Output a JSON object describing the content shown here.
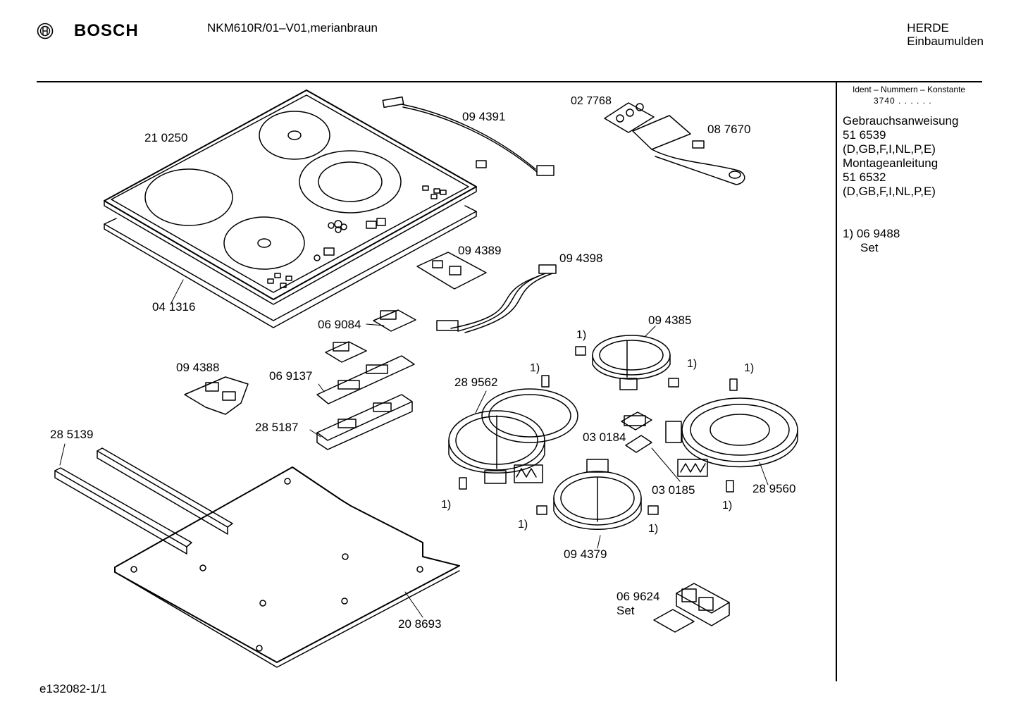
{
  "header": {
    "brand": "BOSCH",
    "model": "NKM610R/01–V01,merianbraun",
    "category_line1": "HERDE",
    "category_line2": "Einbaumulden"
  },
  "sidebar": {
    "ident_label": "Ident – Nummern – Konstante",
    "ident_value": "3740 . . . . . .",
    "doc1_title": "Gebrauchsanweisung",
    "doc1_number": "51 6539",
    "doc1_langs": "(D,GB,F,I,NL,P,E)",
    "doc2_title": "Montageanleitung",
    "doc2_number": "51 6532",
    "doc2_langs": "(D,GB,F,I,NL,P,E)",
    "note_ref": "1) 06 9488",
    "note_text": "Set"
  },
  "parts": {
    "p210250": "21 0250",
    "p094391": "09 4391",
    "p027768": "02 7768",
    "p087670": "08 7670",
    "p041316": "04 1316",
    "p094389": "09 4389",
    "p094398": "09 4398",
    "p069084": "06 9084",
    "p094385": "09 4385",
    "p094388": "09 4388",
    "p069137": "06 9137",
    "p289562": "28 9562",
    "p285187": "28 5187",
    "p285139": "28 5139",
    "p030184": "03 0184",
    "p030185": "03 0185",
    "p289560": "28 9560",
    "p094379": "09 4379",
    "p208693": "20 8693",
    "p069624": "06 9624",
    "p069624_set": "Set",
    "note_marker": "1)"
  },
  "footer": {
    "drawing_id": "e132082-1/1"
  }
}
